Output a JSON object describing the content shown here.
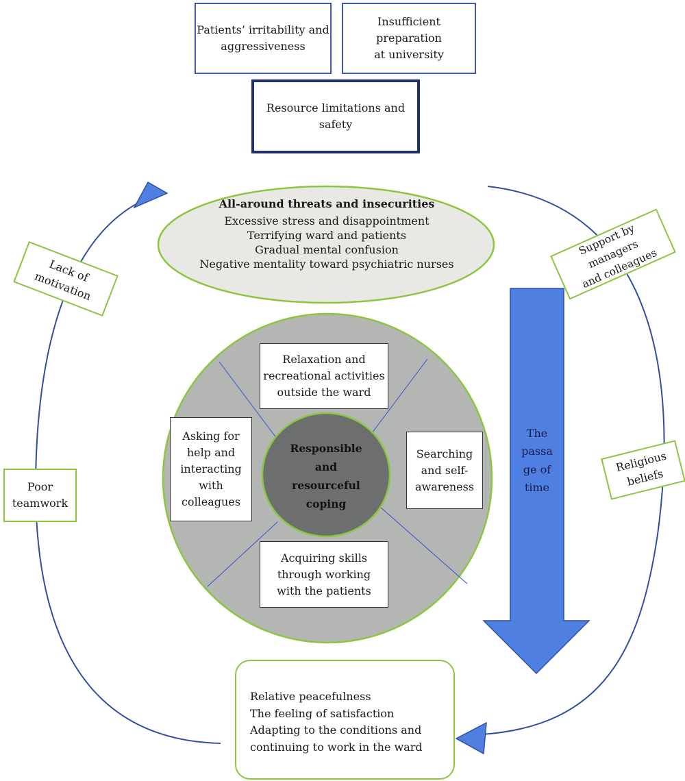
{
  "top_boxes": {
    "patients_irritability": [
      "Patients’ irritability and",
      "aggressiveness"
    ],
    "insufficient_preparation": [
      "Insufficient preparation",
      "at university"
    ],
    "resource_limitations": [
      "Resource limitations and",
      "safety"
    ]
  },
  "threats_ellipse": {
    "title": "All-around threats and insecurities",
    "items": [
      "Excessive stress and disappointment",
      "Terrifying ward and patients",
      "Gradual mental confusion",
      "Negative mentality toward psychiatric nurses"
    ]
  },
  "side_labels": {
    "lack_of_motivation": [
      "Lack of",
      "motivation"
    ],
    "poor_teamwork": [
      "Poor",
      "teamwork"
    ],
    "support": [
      "Support by managers",
      "and colleagues"
    ],
    "religious_beliefs": [
      "Religious",
      "beliefs"
    ]
  },
  "coping": {
    "center": [
      "Responsible",
      "and",
      "resourceful",
      "coping"
    ],
    "top": [
      "Relaxation and",
      "recreational activities",
      "outside the ward"
    ],
    "left": [
      "Asking for",
      "help and",
      "interacting",
      "with",
      "colleagues"
    ],
    "right": [
      "Searching",
      "and self-",
      "awareness"
    ],
    "bottom": [
      "Acquiring skills",
      "through working",
      "with the patients"
    ]
  },
  "time_arrow": [
    "The",
    "passa",
    "ge of",
    "time"
  ],
  "outcome": [
    "Relative peacefulness",
    "The feeling of satisfaction",
    "Adapting to the conditions and",
    "continuing to work in the ward"
  ],
  "colors": {
    "blue_line": "#2f4fa3",
    "arrow_fill": "#4f7fe0",
    "green_border": "#8cc63f",
    "ellipse_fill": "#e8e8e4",
    "disc_fill": "#b4b6b3",
    "core_fill": "#6d6f6e"
  }
}
